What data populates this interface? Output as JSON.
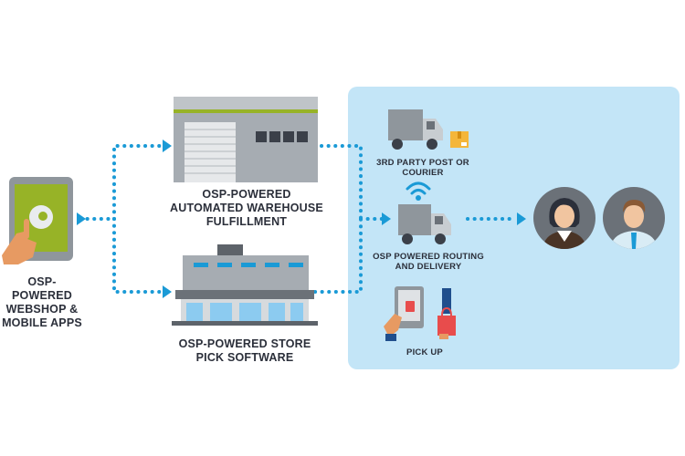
{
  "labels": {
    "webshop": "OSP-POWERED WEBSHOP & MOBILE APPS",
    "warehouse": "OSP-POWERED AUTOMATED WAREHOUSE FULFILLMENT",
    "store": "OSP-POWERED STORE PICK SOFTWARE",
    "third_party": "3RD PARTY POST OR COURIER",
    "routing": "OSP POWERED ROUTING AND DELIVERY",
    "pickup": "PICK UP"
  },
  "colors": {
    "panel": "#c3e5f7",
    "dots": "#1a9ad6",
    "text": "#2b2f3a",
    "tablet_screen": "#97b327",
    "building": "#9aa0a6",
    "truck_body": "#8f969c",
    "truck_cab": "#c8cdd1"
  },
  "icons": [
    "tablet-icon",
    "warehouse-icon",
    "store-icon",
    "courier-truck-icon",
    "package-icon",
    "wifi-icon",
    "delivery-truck-icon",
    "pickup-terminal-icon",
    "shopping-bag-icon",
    "woman-avatar-icon",
    "man-avatar-icon"
  ]
}
